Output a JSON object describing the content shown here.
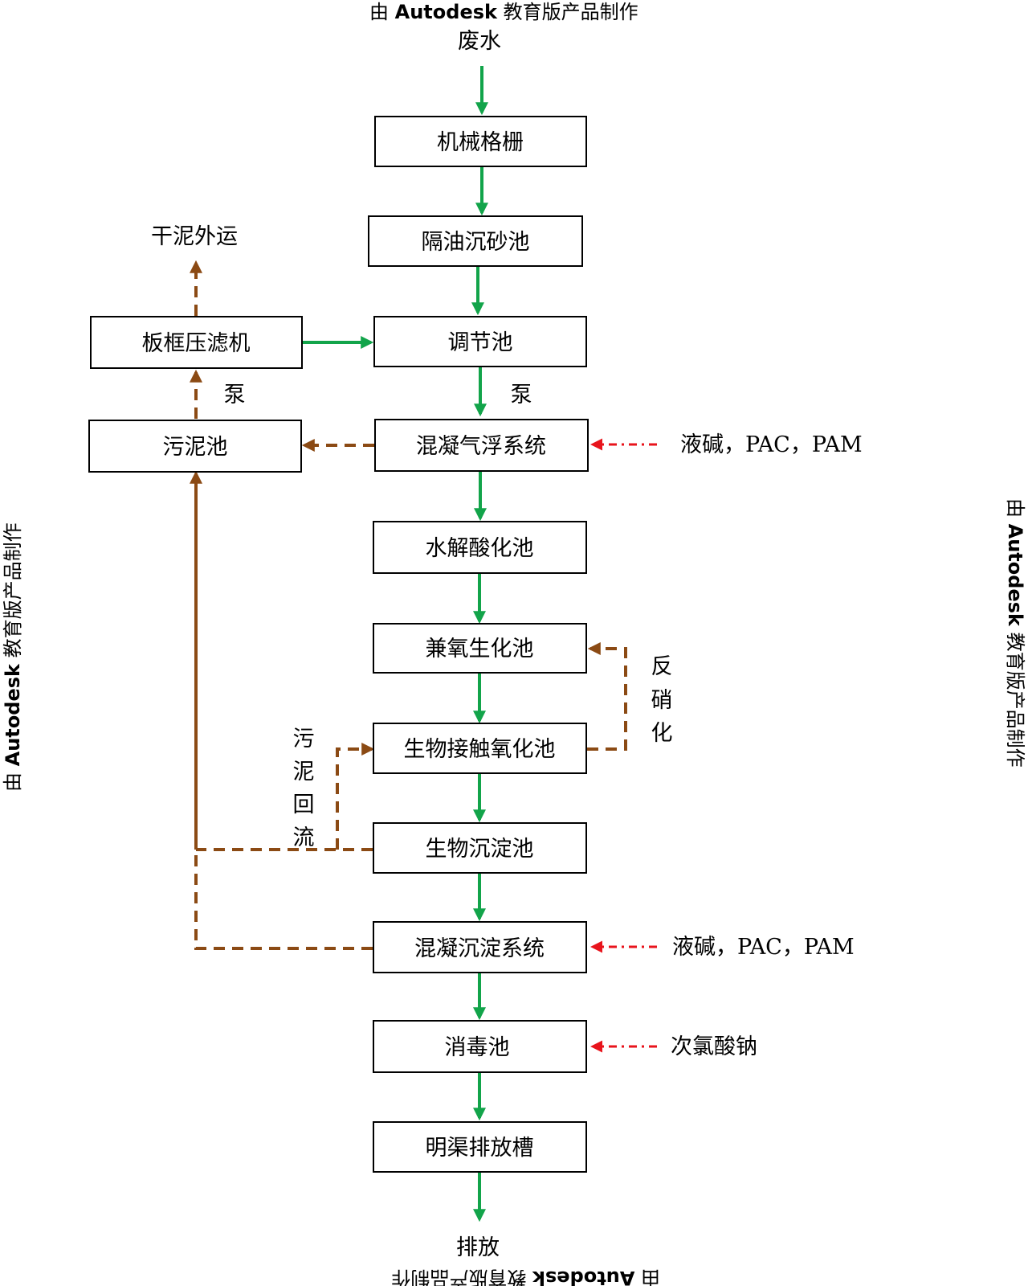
{
  "watermark": {
    "prefix": "由 ",
    "brand": "Autodesk",
    "suffix": " 教育版产品制作"
  },
  "flow": {
    "input": "废水",
    "output": "排放"
  },
  "boxes": {
    "grille": "机械格栅",
    "grit": "隔油沉砂池",
    "equalization": "调节池",
    "flotation": "混凝气浮系统",
    "hydrolysis": "水解酸化池",
    "anoxic": "兼氧生化池",
    "contact_oxidation": "生物接触氧化池",
    "bio_sedimentation": "生物沉淀池",
    "coag_sedimentation": "混凝沉淀系统",
    "disinfection": "消毒池",
    "discharge_channel": "明渠排放槽",
    "sludge_tank": "污泥池",
    "filter_press": "板框压滤机"
  },
  "labels": {
    "dry_sludge": "干泥外运",
    "pump_1": "泵",
    "pump_2": "泵",
    "denitrification": [
      "反",
      "硝",
      "化"
    ],
    "sludge_return": [
      "污",
      "泥",
      "回",
      "流"
    ]
  },
  "dosing": {
    "flotation": "液碱，PAC，PAM",
    "coag_sedimentation": "液碱，PAC，PAM",
    "disinfection": "次氯酸钠"
  },
  "colors": {
    "water_flow": "#12a44a",
    "sludge_flow": "#8b4a14",
    "chemical_dosing": "#e8141c"
  }
}
